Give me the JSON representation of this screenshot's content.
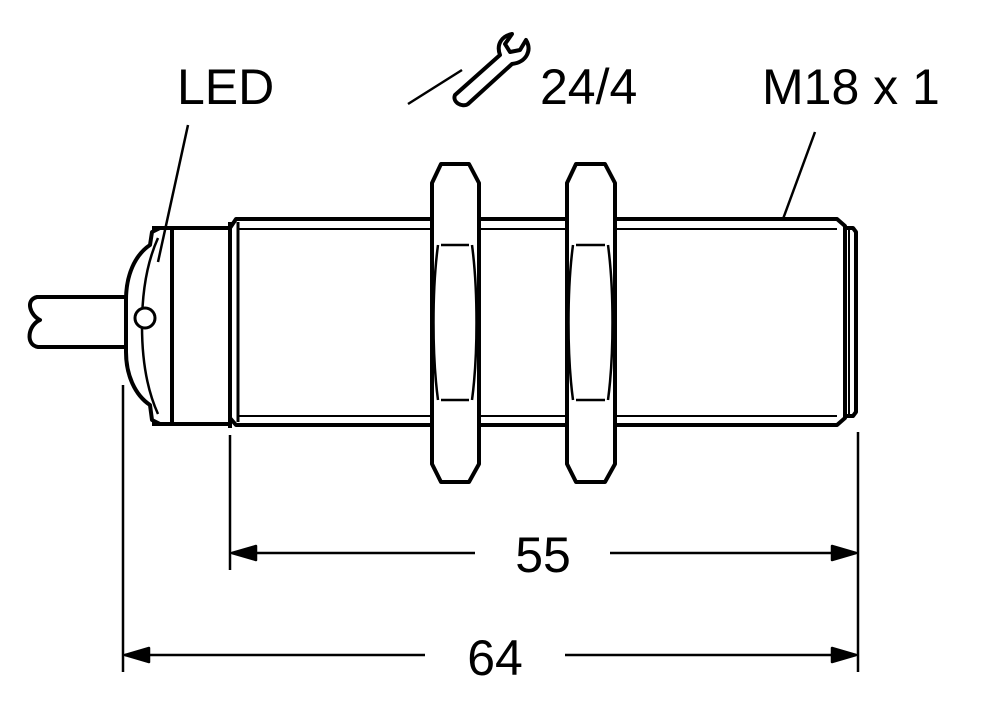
{
  "labels": {
    "led": "LED",
    "wrench_size": "24/4",
    "thread": "M18 x 1"
  },
  "dimensions": {
    "thread_length": "55",
    "total_length": "64"
  },
  "icons": {
    "wrench": "wrench-icon"
  },
  "colors": {
    "line": "#000000",
    "background": "#ffffff"
  }
}
